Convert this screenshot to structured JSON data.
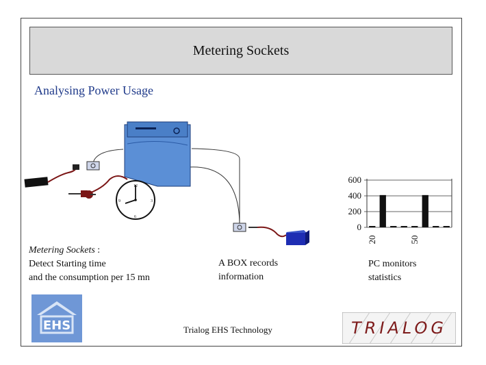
{
  "title": "Metering Sockets",
  "subtitle": "Analysing Power Usage",
  "captions": {
    "metering_heading": "Metering Sockets",
    "metering_colon": " :",
    "metering_line2": "Detect Starting time",
    "metering_line3": "and the consumption per 15 mn",
    "box_line1": "A BOX records",
    "box_line2": "information",
    "pc_line1": "PC monitors",
    "pc_line2": "statistics"
  },
  "footer": "Trialog EHS Technology",
  "logos": {
    "ehs": "EHS",
    "trialog": "TRIALOG"
  },
  "chart_data": {
    "type": "bar",
    "y_ticks": [
      "600",
      "400",
      "200",
      "0"
    ],
    "ylim": [
      0,
      600
    ],
    "x_tick_labels": [
      "20",
      "50"
    ],
    "values": [
      0,
      410,
      0,
      0,
      0,
      410,
      0,
      0
    ],
    "bar_color": "#111111",
    "grid": true
  }
}
